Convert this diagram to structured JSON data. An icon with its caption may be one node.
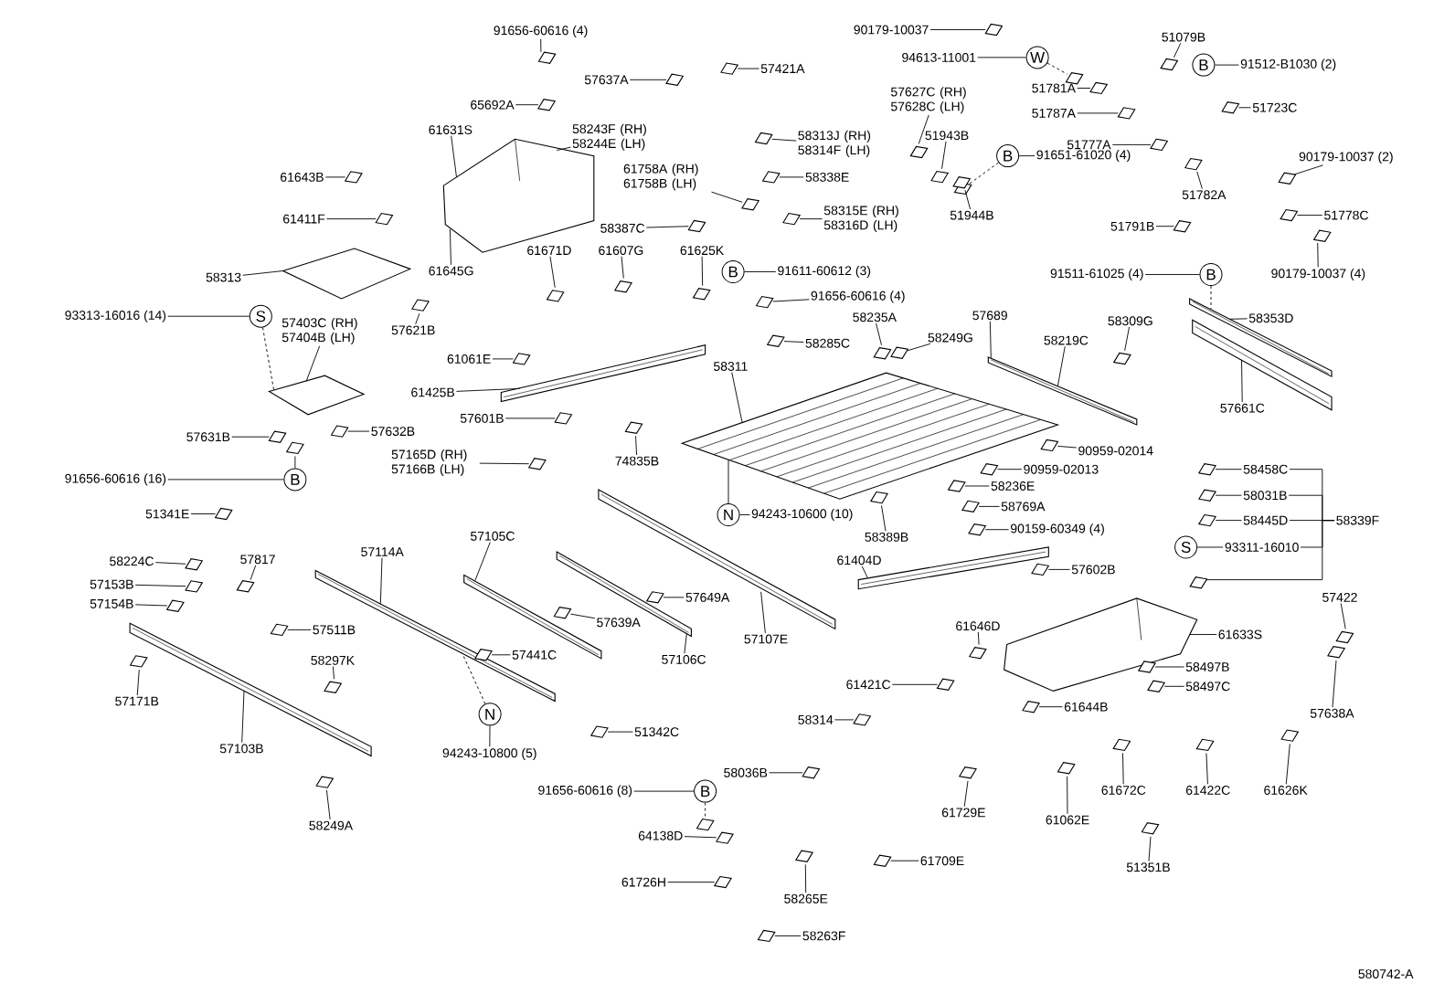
{
  "diagram": {
    "nodes": [
      {
        "text": [
          "91656-60616 (4)"
        ]
      },
      {
        "text": [
          "57637A"
        ]
      },
      {
        "text": [
          "57421A"
        ]
      },
      {
        "text": [
          "65692A"
        ]
      },
      {
        "text": [
          "61631S"
        ]
      },
      {
        "text": [
          "58243F (RH) 58244E (LH)"
        ]
      },
      {
        "text": [
          "58313J (RH) 58314F (LH)"
        ]
      },
      {
        "text": [
          "61643B"
        ]
      },
      {
        "text": [
          "61758A (RH) 61758B (LH)"
        ]
      },
      {
        "text": [
          "58338E"
        ]
      },
      {
        "text": [
          "58315E (RH) 58316D (LH)"
        ]
      },
      {
        "text": [
          "61411F"
        ]
      },
      {
        "text": [
          "61645G"
        ]
      },
      {
        "text": [
          "58387C"
        ]
      },
      {
        "text": [
          "58313"
        ]
      },
      {
        "text": [
          "61671D"
        ]
      },
      {
        "text": [
          "61607G"
        ]
      },
      {
        "text": [
          "61625K"
        ]
      },
      {
        "text": [
          "B"
        ]
      },
      {
        "text": [
          "91611-60612 (3)"
        ]
      },
      {
        "text": [
          "57621B"
        ]
      },
      {
        "text": [
          "91656-60616 (4)"
        ]
      },
      {
        "text": [
          "61061E"
        ]
      },
      {
        "text": [
          "93313-16016 (14)"
        ]
      },
      {
        "text": [
          "S"
        ]
      },
      {
        "text": [
          "57403C (RH) 57404B (LH)"
        ]
      },
      {
        "text": [
          "58235A"
        ]
      },
      {
        "text": [
          "58249G"
        ]
      },
      {
        "text": [
          "57689"
        ]
      },
      {
        "text": [
          "58219C"
        ]
      },
      {
        "text": [
          "58309G"
        ]
      },
      {
        "text": [
          "58353D"
        ]
      },
      {
        "text": [
          "58285C"
        ]
      },
      {
        "text": [
          "58311"
        ]
      },
      {
        "text": [
          "61425B"
        ]
      },
      {
        "text": [
          "57601B"
        ]
      },
      {
        "text": [
          "57631B"
        ]
      },
      {
        "text": [
          "57632B"
        ]
      },
      {
        "text": [
          "57661C"
        ]
      },
      {
        "text": [
          "90959-02014"
        ]
      },
      {
        "text": [
          "57165D (RH) 57166B (LH)"
        ]
      },
      {
        "text": [
          "74835B"
        ]
      },
      {
        "text": [
          "90959-02013"
        ]
      },
      {
        "text": [
          "91656-60616 (16)"
        ]
      },
      {
        "text": [
          "B"
        ]
      },
      {
        "text": [
          "58236E"
        ]
      },
      {
        "text": [
          "N"
        ]
      },
      {
        "text": [
          "94243-10600 (10)"
        ]
      },
      {
        "text": [
          "58389B"
        ]
      },
      {
        "text": [
          "58769A"
        ]
      },
      {
        "text": [
          "90159-60349 (4)"
        ]
      },
      {
        "text": [
          "58458C"
        ]
      },
      {
        "text": [
          "58031B"
        ]
      },
      {
        "text": [
          "58445D"
        ]
      },
      {
        "text": [
          "S"
        ]
      },
      {
        "text": [
          "93311-16010"
        ]
      },
      {
        "text": [
          "58339F"
        ]
      },
      {
        "text": [
          "51341E"
        ]
      },
      {
        "text": [
          "57114A"
        ]
      },
      {
        "text": [
          "57105C"
        ]
      },
      {
        "text": [
          "58224C"
        ]
      },
      {
        "text": [
          "57817"
        ]
      },
      {
        "text": [
          "61404D"
        ]
      },
      {
        "text": [
          "57602B"
        ]
      },
      {
        "text": [
          "57153B"
        ]
      },
      {
        "text": [
          "57649A"
        ]
      },
      {
        "text": [
          "57154B"
        ]
      },
      {
        "text": [
          "57639A"
        ]
      },
      {
        "text": [
          "57511B"
        ]
      },
      {
        "text": [
          "61646D"
        ]
      },
      {
        "text": [
          "61633S"
        ]
      },
      {
        "text": [
          "57422"
        ]
      },
      {
        "text": [
          "57107E"
        ]
      },
      {
        "text": [
          "57441C"
        ]
      },
      {
        "text": [
          "57106C"
        ]
      },
      {
        "text": [
          "58297K"
        ]
      },
      {
        "text": [
          "58497B"
        ]
      },
      {
        "text": [
          "61421C"
        ]
      },
      {
        "text": [
          "58497C"
        ]
      },
      {
        "text": [
          "57171B"
        ]
      },
      {
        "text": [
          "61644B"
        ]
      },
      {
        "text": [
          "57638A"
        ]
      },
      {
        "text": [
          "N"
        ]
      },
      {
        "text": [
          "58314"
        ]
      },
      {
        "text": [
          "51342C"
        ]
      },
      {
        "text": [
          "57103B"
        ]
      },
      {
        "text": [
          "94243-10800 (5)"
        ]
      },
      {
        "text": [
          "58036B"
        ]
      },
      {
        "text": [
          "61672C"
        ]
      },
      {
        "text": [
          "61422C"
        ]
      },
      {
        "text": [
          "61626K"
        ]
      },
      {
        "text": [
          "91656-60616 (8)"
        ]
      },
      {
        "text": [
          "B"
        ]
      },
      {
        "text": [
          "61729E"
        ]
      },
      {
        "text": [
          "61062E"
        ]
      },
      {
        "text": [
          "58249A"
        ]
      },
      {
        "text": [
          "64138D"
        ]
      },
      {
        "text": [
          "61709E"
        ]
      },
      {
        "text": [
          "51351B"
        ]
      },
      {
        "text": [
          "61726H"
        ]
      },
      {
        "text": [
          "58265E"
        ]
      },
      {
        "text": [
          "58263F"
        ]
      },
      {
        "text": [
          "90179-10037"
        ]
      },
      {
        "text": [
          "51079B"
        ]
      },
      {
        "text": [
          "94613-11001"
        ]
      },
      {
        "text": [
          "W"
        ]
      },
      {
        "text": [
          "B"
        ]
      },
      {
        "text": [
          "91512-B1030 (2)"
        ]
      },
      {
        "text": [
          "51781A"
        ]
      },
      {
        "text": [
          "57627C (RH) 57628C (LH)"
        ]
      },
      {
        "text": [
          "51723C"
        ]
      },
      {
        "text": [
          "51787A"
        ]
      },
      {
        "text": [
          "51943B"
        ]
      },
      {
        "text": [
          "51777A"
        ]
      },
      {
        "text": [
          "B"
        ]
      },
      {
        "text": [
          "91651-61020 (4)"
        ]
      },
      {
        "text": [
          "90179-10037 (2)"
        ]
      },
      {
        "text": [
          "51782A"
        ]
      },
      {
        "text": [
          "51944B"
        ]
      },
      {
        "text": [
          "51778C"
        ]
      },
      {
        "text": [
          "51791B"
        ]
      },
      {
        "text": [
          "91511-61025 (4)"
        ]
      },
      {
        "text": [
          "B"
        ]
      },
      {
        "text": [
          "90179-10037 (4)"
        ]
      },
      {
        "text": [],
        "shape": "picture"
      },
      {
        "text": [],
        "shape": "picture"
      },
      {
        "text": [],
        "shape": "picture"
      },
      {
        "text": [],
        "shape": "picture"
      },
      {
        "text": [],
        "shape": "picture"
      },
      {
        "text": [],
        "shape": "picture"
      },
      {
        "text": [],
        "shape": "picture"
      },
      {
        "text": [],
        "shape": "picture"
      },
      {
        "text": [],
        "shape": "picture"
      },
      {
        "text": [],
        "shape": "picture"
      },
      {
        "text": [],
        "shape": "picture"
      },
      {
        "text": [],
        "shape": "picture"
      },
      {
        "text": [],
        "shape": "picture"
      },
      {
        "text": [],
        "shape": "picture"
      },
      {
        "text": [],
        "shape": "picture"
      },
      {
        "text": [],
        "shape": "picture"
      },
      {
        "text": [],
        "shape": "picture"
      },
      {
        "text": [],
        "shape": "picture"
      },
      {
        "text": [],
        "shape": "picture"
      },
      {
        "text": [],
        "shape": "picture"
      },
      {
        "text": [],
        "shape": "picture"
      },
      {
        "text": [],
        "shape": "picture"
      },
      {
        "text": [],
        "shape": "picture"
      },
      {
        "text": [],
        "shape": "picture"
      },
      {
        "text": [],
        "shape": "picture"
      },
      {
        "text": [],
        "shape": "picture"
      },
      {
        "text": [],
        "shape": "picture"
      },
      {
        "text": [],
        "shape": "picture"
      },
      {
        "text": [],
        "shape": "picture"
      },
      {
        "text": [],
        "shape": "picture"
      },
      {
        "text": [],
        "shape": "picture"
      },
      {
        "text": [],
        "shape": "picture"
      },
      {
        "text": [],
        "shape": "picture"
      },
      {
        "text": [],
        "shape": "picture"
      },
      {
        "text": [],
        "shape": "picture"
      },
      {
        "text": [],
        "shape": "picture"
      },
      {
        "text": [],
        "shape": "picture"
      },
      {
        "text": [],
        "shape": "picture"
      },
      {
        "text": [],
        "shape": "picture"
      },
      {
        "text": [],
        "shape": "picture"
      },
      {
        "text": [],
        "shape": "picture"
      },
      {
        "text": [],
        "shape": "picture"
      },
      {
        "text": [],
        "shape": "picture"
      },
      {
        "text": [],
        "shape": "picture"
      },
      {
        "text": [],
        "shape": "picture"
      },
      {
        "text": [],
        "shape": "picture"
      },
      {
        "text": [],
        "shape": "picture"
      },
      {
        "text": [],
        "shape": "picture"
      },
      {
        "text": [],
        "shape": "picture"
      },
      {
        "text": [],
        "shape": "picture"
      },
      {
        "text": [],
        "shape": "picture"
      },
      {
        "text": [],
        "shape": "picture"
      },
      {
        "text": [],
        "shape": "picture"
      },
      {
        "text": [],
        "shape": "picture"
      },
      {
        "text": [],
        "shape": "picture"
      },
      {
        "text": [],
        "shape": "picture"
      },
      {
        "text": [],
        "shape": "picture"
      },
      {
        "text": [],
        "shape": "picture"
      },
      {
        "text": [],
        "shape": "picture"
      },
      {
        "text": [],
        "shape": "picture"
      },
      {
        "text": [],
        "shape": "picture"
      },
      {
        "text": [],
        "shape": "picture"
      },
      {
        "text": [],
        "shape": "picture"
      },
      {
        "text": [],
        "shape": "picture"
      },
      {
        "text": [],
        "shape": "picture"
      },
      {
        "text": [],
        "shape": "picture"
      },
      {
        "text": [],
        "shape": "picture"
      },
      {
        "text": [],
        "shape": "picture"
      },
      {
        "text": [],
        "shape": "picture"
      },
      {
        "text": [],
        "shape": "picture"
      },
      {
        "text": [],
        "shape": "picture"
      },
      {
        "text": [],
        "shape": "picture"
      },
      {
        "text": [],
        "shape": "picture"
      },
      {
        "text": [],
        "shape": "picture"
      },
      {
        "text": [],
        "shape": "picture"
      },
      {
        "text": [],
        "shape": "picture"
      },
      {
        "text": [],
        "shape": "picture"
      },
      {
        "text": [],
        "shape": "picture"
      },
      {
        "text": [],
        "shape": "picture"
      },
      {
        "text": [],
        "shape": "picture"
      },
      {
        "text": [],
        "shape": "picture"
      },
      {
        "text": [],
        "shape": "picture"
      },
      {
        "text": [],
        "shape": "picture"
      },
      {
        "text": [],
        "shape": "picture"
      },
      {
        "text": [],
        "shape": "picture"
      },
      {
        "text": [],
        "shape": "picture"
      },
      {
        "text": [],
        "shape": "picture"
      },
      {
        "text": [],
        "shape": "picture"
      },
      {
        "text": [],
        "shape": "picture"
      },
      {
        "text": [],
        "shape": "picture"
      },
      {
        "text": [],
        "shape": "picture"
      },
      {
        "text": [],
        "shape": "picture"
      },
      {
        "text": [],
        "shape": "picture"
      },
      {
        "text": [],
        "shape": "picture"
      },
      {
        "text": [],
        "shape": "picture"
      },
      {
        "text": [],
        "shape": "picture"
      },
      {
        "text": [],
        "shape": "picture"
      },
      {
        "text": [],
        "shape": "picture"
      },
      {
        "text": [],
        "shape": "picture"
      },
      {
        "text": [],
        "shape": "picture"
      },
      {
        "text": [],
        "shape": "picture"
      },
      {
        "text": [],
        "shape": "picture"
      },
      {
        "text": [],
        "shape": "picture"
      }
    ],
    "edges": [
      {
        "from": 0,
        "to": 139,
        "arrow": "none"
      },
      {
        "from": 1,
        "to": 140,
        "arrow": "none"
      },
      {
        "from": 2,
        "to": 141,
        "arrow": "none"
      },
      {
        "from": 3,
        "to": 142,
        "arrow": "none"
      },
      {
        "from": 4,
        "to": 124,
        "arrow": "none"
      },
      {
        "from": 5,
        "to": 124,
        "arrow": "none"
      },
      {
        "from": 6,
        "to": 143,
        "arrow": "none"
      },
      {
        "from": 7,
        "to": 144,
        "arrow": "none"
      },
      {
        "from": 8,
        "to": 145,
        "arrow": "none"
      },
      {
        "from": 9,
        "to": 146,
        "arrow": "none"
      },
      {
        "from": 10,
        "to": 147,
        "arrow": "none"
      },
      {
        "from": 11,
        "to": 148,
        "arrow": "none"
      },
      {
        "from": 12,
        "to": 124,
        "arrow": "none"
      },
      {
        "from": 13,
        "to": 149,
        "arrow": "none"
      },
      {
        "from": 14,
        "to": 125,
        "arrow": "none"
      },
      {
        "from": 15,
        "to": 150,
        "arrow": "none"
      },
      {
        "from": 16,
        "to": 151,
        "arrow": "none"
      },
      {
        "from": 17,
        "to": 152,
        "arrow": "none"
      },
      {
        "from": 19,
        "to": 18,
        "arrow": "none"
      },
      {
        "from": 20,
        "to": 153,
        "arrow": "none"
      },
      {
        "from": 21,
        "to": 154,
        "arrow": "none"
      },
      {
        "from": 22,
        "to": 155,
        "arrow": "none"
      },
      {
        "from": 23,
        "to": 24,
        "arrow": "none"
      },
      {
        "from": 24,
        "to": 126,
        "arrow": "none",
        "style": "dashed"
      },
      {
        "from": 25,
        "to": 126,
        "arrow": "none"
      },
      {
        "from": 26,
        "to": 156,
        "arrow": "none"
      },
      {
        "from": 27,
        "to": 157,
        "arrow": "none"
      },
      {
        "from": 28,
        "to": 131,
        "arrow": "none"
      },
      {
        "from": 29,
        "to": 131,
        "arrow": "none"
      },
      {
        "from": 30,
        "to": 158,
        "arrow": "none"
      },
      {
        "from": 31,
        "to": 129,
        "arrow": "none"
      },
      {
        "from": 32,
        "to": 159,
        "arrow": "none"
      },
      {
        "from": 33,
        "to": 127,
        "arrow": "none"
      },
      {
        "from": 34,
        "to": 128,
        "arrow": "none"
      },
      {
        "from": 35,
        "to": 160,
        "arrow": "none"
      },
      {
        "from": 36,
        "to": 161,
        "arrow": "none"
      },
      {
        "from": 37,
        "to": 162,
        "arrow": "none"
      },
      {
        "from": 38,
        "to": 130,
        "arrow": "none"
      },
      {
        "from": 39,
        "to": 163,
        "arrow": "none"
      },
      {
        "from": 40,
        "to": 164,
        "arrow": "none"
      },
      {
        "from": 41,
        "to": 165,
        "arrow": "none"
      },
      {
        "from": 42,
        "to": 166,
        "arrow": "none"
      },
      {
        "from": 43,
        "to": 44,
        "arrow": "none"
      },
      {
        "from": 44,
        "to": 167,
        "arrow": "none"
      },
      {
        "from": 45,
        "to": 168,
        "arrow": "none"
      },
      {
        "from": 46,
        "to": 127,
        "arrow": "none"
      },
      {
        "from": 47,
        "to": 46,
        "arrow": "none"
      },
      {
        "from": 48,
        "to": 169,
        "arrow": "none"
      },
      {
        "from": 49,
        "to": 170,
        "arrow": "none"
      },
      {
        "from": 50,
        "to": 171,
        "arrow": "none"
      },
      {
        "from": 51,
        "to": 172,
        "arrow": "none"
      },
      {
        "from": 52,
        "to": 173,
        "arrow": "none"
      },
      {
        "from": 53,
        "to": 174,
        "arrow": "none"
      },
      {
        "from": 55,
        "to": 54,
        "arrow": "none"
      },
      {
        "from": 57,
        "to": 175,
        "arrow": "none"
      },
      {
        "from": 58,
        "to": 132,
        "arrow": "none"
      },
      {
        "from": 59,
        "to": 135,
        "arrow": "none"
      },
      {
        "from": 60,
        "to": 176,
        "arrow": "none"
      },
      {
        "from": 61,
        "to": 177,
        "arrow": "none"
      },
      {
        "from": 62,
        "to": 137,
        "arrow": "none"
      },
      {
        "from": 63,
        "to": 178,
        "arrow": "none"
      },
      {
        "from": 64,
        "to": 179,
        "arrow": "none"
      },
      {
        "from": 65,
        "to": 180,
        "arrow": "none"
      },
      {
        "from": 66,
        "to": 181,
        "arrow": "none"
      },
      {
        "from": 67,
        "to": 182,
        "arrow": "none"
      },
      {
        "from": 68,
        "to": 183,
        "arrow": "none"
      },
      {
        "from": 69,
        "to": 184,
        "arrow": "none"
      },
      {
        "from": 70,
        "to": 138,
        "arrow": "none"
      },
      {
        "from": 71,
        "to": 185,
        "arrow": "none"
      },
      {
        "from": 72,
        "to": 134,
        "arrow": "none"
      },
      {
        "from": 73,
        "to": 186,
        "arrow": "none"
      },
      {
        "from": 74,
        "to": 136,
        "arrow": "none"
      },
      {
        "from": 75,
        "to": 187,
        "arrow": "none"
      },
      {
        "from": 76,
        "to": 188,
        "arrow": "none"
      },
      {
        "from": 77,
        "to": 189,
        "arrow": "none"
      },
      {
        "from": 78,
        "to": 190,
        "arrow": "none"
      },
      {
        "from": 79,
        "to": 191,
        "arrow": "none"
      },
      {
        "from": 80,
        "to": 192,
        "arrow": "none"
      },
      {
        "from": 81,
        "to": 193,
        "arrow": "none"
      },
      {
        "from": 82,
        "to": 132,
        "arrow": "none",
        "style": "dashed"
      },
      {
        "from": 83,
        "to": 194,
        "arrow": "none"
      },
      {
        "from": 84,
        "to": 195,
        "arrow": "none"
      },
      {
        "from": 85,
        "to": 133,
        "arrow": "none"
      },
      {
        "from": 86,
        "to": 82,
        "arrow": "none"
      },
      {
        "from": 87,
        "to": 196,
        "arrow": "none"
      },
      {
        "from": 88,
        "to": 197,
        "arrow": "none"
      },
      {
        "from": 89,
        "to": 198,
        "arrow": "none"
      },
      {
        "from": 90,
        "to": 199,
        "arrow": "none"
      },
      {
        "from": 91,
        "to": 92,
        "arrow": "none"
      },
      {
        "from": 92,
        "to": 200,
        "arrow": "none",
        "style": "dashed"
      },
      {
        "from": 93,
        "to": 201,
        "arrow": "none"
      },
      {
        "from": 94,
        "to": 202,
        "arrow": "none"
      },
      {
        "from": 95,
        "to": 203,
        "arrow": "none"
      },
      {
        "from": 96,
        "to": 204,
        "arrow": "none"
      },
      {
        "from": 97,
        "to": 205,
        "arrow": "none"
      },
      {
        "from": 98,
        "to": 206,
        "arrow": "none"
      },
      {
        "from": 99,
        "to": 207,
        "arrow": "none"
      },
      {
        "from": 100,
        "to": 208,
        "arrow": "none"
      },
      {
        "from": 101,
        "to": 209,
        "arrow": "none"
      },
      {
        "from": 102,
        "to": 210,
        "arrow": "none"
      },
      {
        "from": 103,
        "to": 211,
        "arrow": "none"
      },
      {
        "from": 104,
        "to": 105,
        "arrow": "none"
      },
      {
        "from": 105,
        "to": 212,
        "arrow": "none",
        "style": "dashed"
      },
      {
        "from": 107,
        "to": 106,
        "arrow": "none"
      },
      {
        "from": 108,
        "to": 213,
        "arrow": "none"
      },
      {
        "from": 109,
        "to": 214,
        "arrow": "none"
      },
      {
        "from": 110,
        "to": 215,
        "arrow": "none"
      },
      {
        "from": 111,
        "to": 216,
        "arrow": "none"
      },
      {
        "from": 112,
        "to": 217,
        "arrow": "none"
      },
      {
        "from": 113,
        "to": 218,
        "arrow": "none"
      },
      {
        "from": 114,
        "to": 219,
        "arrow": "none",
        "style": "dashed"
      },
      {
        "from": 115,
        "to": 114,
        "arrow": "none"
      },
      {
        "from": 116,
        "to": 220,
        "arrow": "none"
      },
      {
        "from": 117,
        "to": 221,
        "arrow": "none"
      },
      {
        "from": 118,
        "to": 222,
        "arrow": "none"
      },
      {
        "from": 119,
        "to": 223,
        "arrow": "none"
      },
      {
        "from": 120,
        "to": 224,
        "arrow": "none"
      },
      {
        "from": 121,
        "to": 122,
        "arrow": "none"
      },
      {
        "from": 122,
        "to": 129,
        "arrow": "none",
        "style": "dashed"
      },
      {
        "from": 123,
        "to": 225,
        "arrow": "none"
      },
      {
        "from": 51,
        "to": 56,
        "arrow": "none"
      },
      {
        "from": 52,
        "to": 56,
        "arrow": "none"
      },
      {
        "from": 53,
        "to": 56,
        "arrow": "none"
      },
      {
        "from": 55,
        "to": 56,
        "arrow": "none"
      },
      {
        "from": 56,
        "to": 226,
        "arrow": "none"
      }
    ],
    "labels": [
      "580742-A"
    ]
  }
}
